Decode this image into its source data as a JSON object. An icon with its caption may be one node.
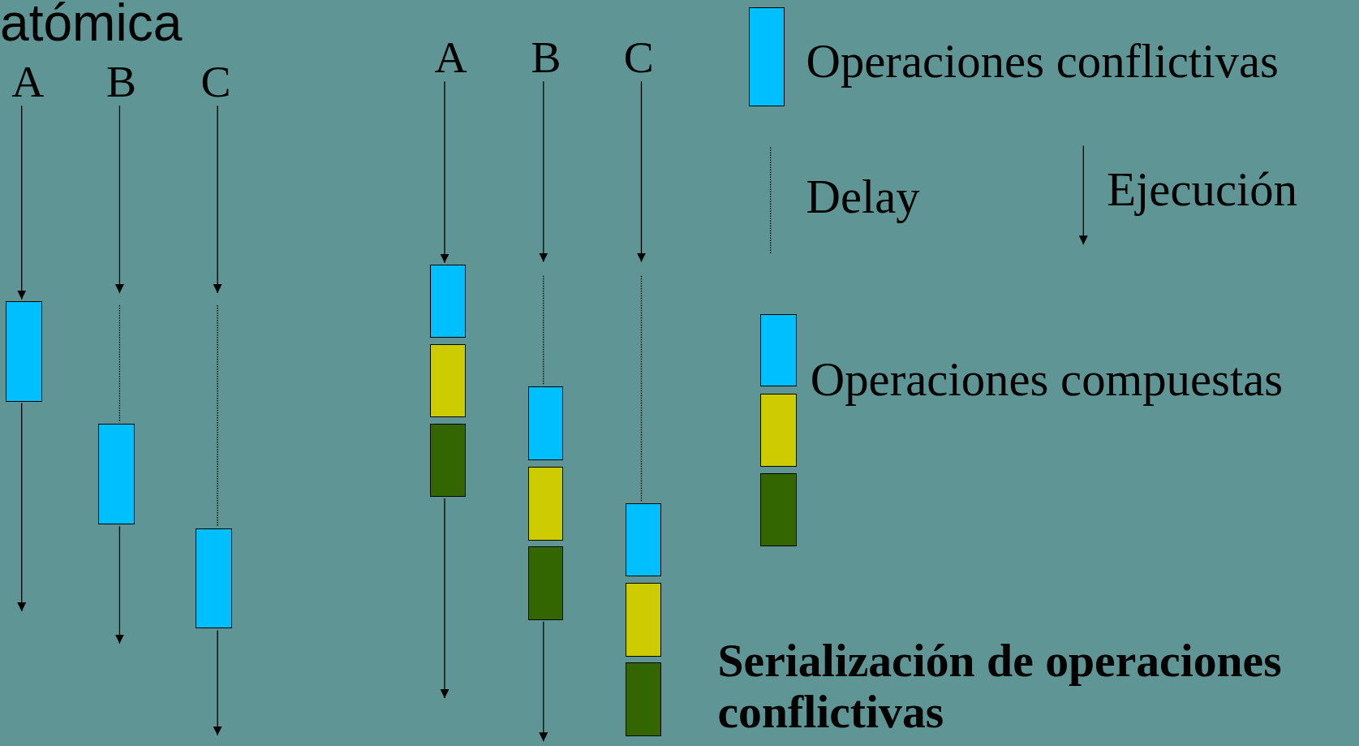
{
  "diagram": {
    "title": "atómica",
    "caption": "Serialización de operaciones conflictivas",
    "nodes": [
      {
        "text": [
          "A"
        ]
      },
      {
        "text": [
          "B"
        ]
      },
      {
        "text": [
          "C"
        ]
      },
      {
        "text": [],
        "shape": "box"
      },
      {
        "text": [],
        "shape": "box"
      },
      {
        "text": [],
        "shape": "box"
      },
      {
        "text": [
          "A"
        ]
      },
      {
        "text": [
          "B"
        ]
      },
      {
        "text": [
          "C"
        ]
      },
      {
        "text": [],
        "shape": "box"
      },
      {
        "text": [],
        "shape": "box"
      },
      {
        "text": [],
        "shape": "box"
      },
      {
        "text": [],
        "shape": "box"
      },
      {
        "text": [],
        "shape": "box"
      },
      {
        "text": [],
        "shape": "box"
      },
      {
        "text": [],
        "shape": "box"
      },
      {
        "text": [],
        "shape": "box"
      },
      {
        "text": [],
        "shape": "box"
      }
    ],
    "edges": [
      {
        "from": 0,
        "to": 3,
        "arrow": "to"
      },
      {
        "from": 3,
        "to": null,
        "arrow": "to"
      },
      {
        "from": 1,
        "to": null,
        "arrow": "to"
      },
      {
        "from": null,
        "to": 4,
        "arrow": "none",
        "style": "dashed"
      },
      {
        "from": 4,
        "to": null,
        "arrow": "to"
      },
      {
        "from": 2,
        "to": null,
        "arrow": "to"
      },
      {
        "from": null,
        "to": 5,
        "arrow": "none",
        "style": "dashed"
      },
      {
        "from": 5,
        "to": null,
        "arrow": "to"
      },
      {
        "from": 6,
        "to": 9,
        "arrow": "to"
      },
      {
        "from": 11,
        "to": null,
        "arrow": "to"
      },
      {
        "from": 7,
        "to": null,
        "arrow": "to"
      },
      {
        "from": null,
        "to": 12,
        "arrow": "none",
        "style": "dashed"
      },
      {
        "from": 14,
        "to": null,
        "arrow": "to"
      },
      {
        "from": 8,
        "to": null,
        "arrow": "to"
      },
      {
        "from": null,
        "to": 15,
        "arrow": "none",
        "style": "dashed"
      }
    ],
    "legend": [
      {
        "text": "Operaciones conflictivas",
        "color": "#00bfff"
      },
      {
        "text": "Delay"
      },
      {
        "text": "Ejecución"
      },
      {
        "text": "Operaciones compuestas"
      }
    ]
  }
}
